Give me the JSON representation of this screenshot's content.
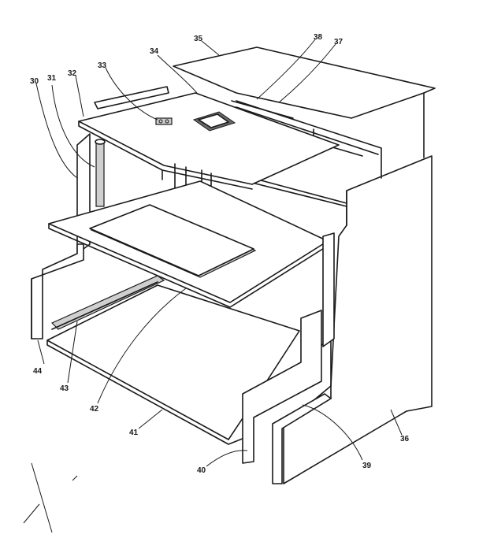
{
  "callouts": [
    {
      "id": "c30",
      "label": "30"
    },
    {
      "id": "c31",
      "label": "31"
    },
    {
      "id": "c32",
      "label": "32"
    },
    {
      "id": "c33",
      "label": "33"
    },
    {
      "id": "c34",
      "label": "34"
    },
    {
      "id": "c35",
      "label": "35"
    },
    {
      "id": "c36",
      "label": "36"
    },
    {
      "id": "c37",
      "label": "37"
    },
    {
      "id": "c38",
      "label": "38"
    },
    {
      "id": "c39",
      "label": "39"
    },
    {
      "id": "c40",
      "label": "40"
    },
    {
      "id": "c41",
      "label": "41"
    },
    {
      "id": "c42",
      "label": "42"
    },
    {
      "id": "c43",
      "label": "43"
    },
    {
      "id": "c44",
      "label": "44"
    }
  ]
}
